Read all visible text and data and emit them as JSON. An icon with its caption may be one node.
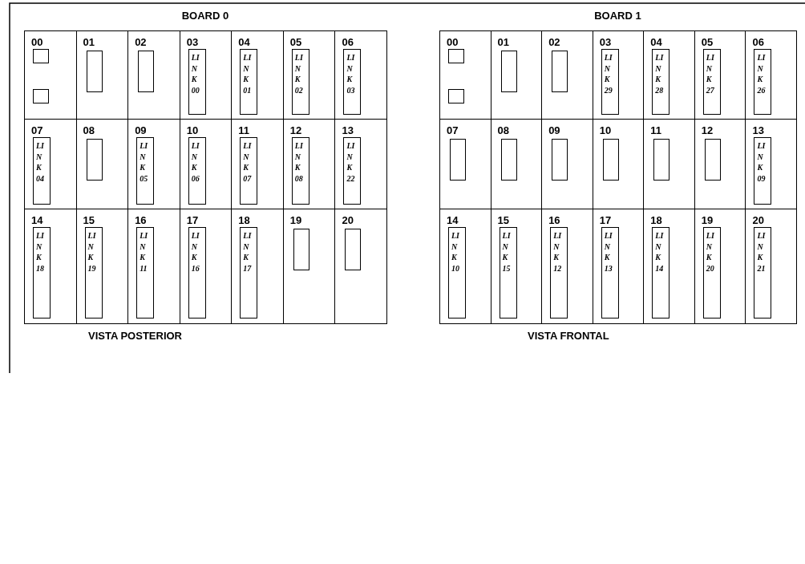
{
  "diagram": {
    "nodes": [
      {
        "text": [
          "BOARD 0"
        ],
        "beside": [
          "VISTA POSTERIOR"
        ]
      },
      {
        "text": [
          "00"
        ],
        "in": 0
      },
      {
        "text": [],
        "shape": "box",
        "in": 1
      },
      {
        "text": [],
        "shape": "box",
        "in": 1
      },
      {
        "text": [
          "01"
        ],
        "in": 0
      },
      {
        "text": [],
        "shape": "box",
        "in": 4
      },
      {
        "text": [
          "02"
        ],
        "in": 0
      },
      {
        "text": [],
        "shape": "box",
        "in": 6
      },
      {
        "text": [
          "03"
        ],
        "in": 0
      },
      {
        "text": [
          "LINK 00"
        ],
        "in": 8
      },
      {
        "text": [
          "04"
        ],
        "in": 0
      },
      {
        "text": [
          "LINK 01"
        ],
        "in": 10
      },
      {
        "text": [
          "05"
        ],
        "in": 0
      },
      {
        "text": [
          "LINK 02"
        ],
        "in": 12
      },
      {
        "text": [
          "06"
        ],
        "in": 0
      },
      {
        "text": [
          "LINK 03"
        ],
        "in": 14
      },
      {
        "text": [
          "07"
        ],
        "in": 0
      },
      {
        "text": [
          "LINK 04"
        ],
        "in": 16
      },
      {
        "text": [
          "08"
        ],
        "in": 0
      },
      {
        "text": [],
        "shape": "box",
        "in": 18
      },
      {
        "text": [
          "09"
        ],
        "in": 0
      },
      {
        "text": [
          "LINK 05"
        ],
        "in": 20
      },
      {
        "text": [
          "10"
        ],
        "in": 0
      },
      {
        "text": [
          "LINK 06"
        ],
        "in": 22
      },
      {
        "text": [
          "11"
        ],
        "in": 0
      },
      {
        "text": [
          "LINK 07"
        ],
        "in": 24
      },
      {
        "text": [
          "12"
        ],
        "in": 0
      },
      {
        "text": [
          "LINK 08"
        ],
        "in": 26
      },
      {
        "text": [
          "13"
        ],
        "in": 0
      },
      {
        "text": [
          "LINK 22"
        ],
        "in": 28
      },
      {
        "text": [
          "14"
        ],
        "in": 0
      },
      {
        "text": [
          "LINK 18"
        ],
        "in": 30
      },
      {
        "text": [
          "15"
        ],
        "in": 0
      },
      {
        "text": [
          "LINK 19"
        ],
        "in": 32
      },
      {
        "text": [
          "16"
        ],
        "in": 0
      },
      {
        "text": [
          "LINK 11"
        ],
        "in": 34
      },
      {
        "text": [
          "17"
        ],
        "in": 0
      },
      {
        "text": [
          "LINK 16"
        ],
        "in": 36
      },
      {
        "text": [
          "18"
        ],
        "in": 0
      },
      {
        "text": [
          "LINK 17"
        ],
        "in": 38
      },
      {
        "text": [
          "19"
        ],
        "in": 0
      },
      {
        "text": [],
        "shape": "box",
        "in": 40
      },
      {
        "text": [
          "20"
        ],
        "in": 0
      },
      {
        "text": [],
        "shape": "box",
        "in": 42
      },
      {
        "text": [
          "BOARD 1"
        ],
        "beside": [
          "VISTA FRONTAL"
        ]
      },
      {
        "text": [
          "00"
        ],
        "in": 44
      },
      {
        "text": [],
        "shape": "box",
        "in": 45
      },
      {
        "text": [],
        "shape": "box",
        "in": 45
      },
      {
        "text": [
          "01"
        ],
        "in": 44
      },
      {
        "text": [],
        "shape": "box",
        "in": 48
      },
      {
        "text": [
          "02"
        ],
        "in": 44
      },
      {
        "text": [],
        "shape": "box",
        "in": 50
      },
      {
        "text": [
          "03"
        ],
        "in": 44
      },
      {
        "text": [
          "LINK 29"
        ],
        "in": 52
      },
      {
        "text": [
          "04"
        ],
        "in": 44
      },
      {
        "text": [
          "LINK 28"
        ],
        "in": 54
      },
      {
        "text": [
          "05"
        ],
        "in": 44
      },
      {
        "text": [
          "LINK 27"
        ],
        "in": 56
      },
      {
        "text": [
          "06"
        ],
        "in": 44
      },
      {
        "text": [
          "LINK 26"
        ],
        "in": 58
      },
      {
        "text": [
          "07"
        ],
        "in": 44
      },
      {
        "text": [],
        "shape": "box",
        "in": 60
      },
      {
        "text": [
          "08"
        ],
        "in": 44
      },
      {
        "text": [],
        "shape": "box",
        "in": 62
      },
      {
        "text": [
          "09"
        ],
        "in": 44
      },
      {
        "text": [],
        "shape": "box",
        "in": 64
      },
      {
        "text": [
          "10"
        ],
        "in": 44
      },
      {
        "text": [],
        "shape": "box",
        "in": 66
      },
      {
        "text": [
          "11"
        ],
        "in": 44
      },
      {
        "text": [],
        "shape": "box",
        "in": 68
      },
      {
        "text": [
          "12"
        ],
        "in": 44
      },
      {
        "text": [],
        "shape": "box",
        "in": 70
      },
      {
        "text": [
          "13"
        ],
        "in": 44
      },
      {
        "text": [
          "LINK 09"
        ],
        "in": 72
      },
      {
        "text": [
          "14"
        ],
        "in": 44
      },
      {
        "text": [
          "LINK 10"
        ],
        "in": 74
      },
      {
        "text": [
          "15"
        ],
        "in": 44
      },
      {
        "text": [
          "LINK 15"
        ],
        "in": 76
      },
      {
        "text": [
          "16"
        ],
        "in": 44
      },
      {
        "text": [
          "LINK 12"
        ],
        "in": 78
      },
      {
        "text": [
          "17"
        ],
        "in": 44
      },
      {
        "text": [
          "LINK 13"
        ],
        "in": 80
      },
      {
        "text": [
          "18"
        ],
        "in": 44
      },
      {
        "text": [
          "LINK 14"
        ],
        "in": 82
      },
      {
        "text": [
          "19"
        ],
        "in": 44
      },
      {
        "text": [
          "LINK 20"
        ],
        "in": 84
      },
      {
        "text": [
          "20"
        ],
        "in": 44
      },
      {
        "text": [
          "LINK 21"
        ],
        "in": 86
      }
    ]
  }
}
